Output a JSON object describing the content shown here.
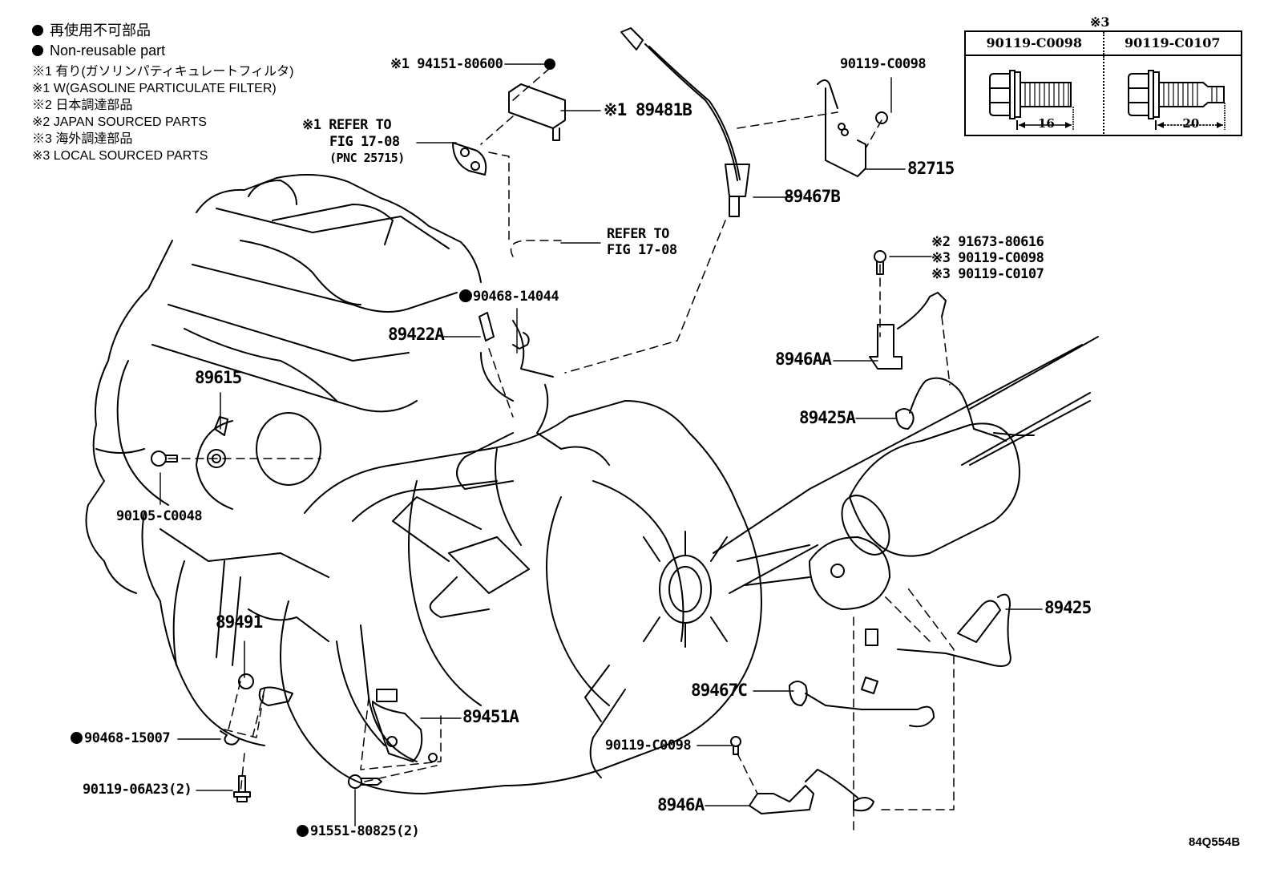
{
  "legend": {
    "non_reusable_jp": "再使用不可部品",
    "non_reusable_en": "Non-reusable part",
    "notes": [
      "※1 有り(ガソリンパティキュレートフィルタ)",
      "※1 W(GASOLINE PARTICULATE FILTER)",
      "※2 日本調達部品",
      "※2 JAPAN SOURCED PARTS",
      "※3 海外調達部品",
      "※3 LOCAL SOURCED PARTS"
    ]
  },
  "bolt_table": {
    "mark": "※3",
    "columns": [
      {
        "part": "90119-C0098",
        "length": "16"
      },
      {
        "part": "90119-C0107",
        "length": "20"
      }
    ]
  },
  "labels": {
    "p9415180600": "※1 94151-80600",
    "p89481B": "※1 89481B",
    "refer1_l1": "※1 REFER TO",
    "refer1_l2": "FIG 17-08",
    "refer1_l3": "(PNC 25715)",
    "p90119C0098_top": "90119-C0098",
    "p82715": "82715",
    "p89467B": "89467B",
    "refer2_l1": "REFER TO",
    "refer2_l2": "FIG 17-08",
    "p9167380616": "※2 91673-80616",
    "p90119C0098_n3": "※3 90119-C0098",
    "p90119C0107_n3": "※3 90119-C0107",
    "p9046814044": "90468-14044",
    "p89422A": "89422A",
    "p8946AA": "8946AA",
    "p89615": "89615",
    "p89425A": "89425A",
    "p90105C0048": "90105-C0048",
    "p89425": "89425",
    "p89491": "89491",
    "p89467C": "89467C",
    "p89451A": "89451A",
    "p9046815007": "90468-15007",
    "p90119C0098_bot": "90119-C0098",
    "p9011906A23": "90119-06A23(2)",
    "p8946A": "8946A",
    "p9155180825": "91551-80825(2)"
  },
  "figure_id": "84Q554B"
}
